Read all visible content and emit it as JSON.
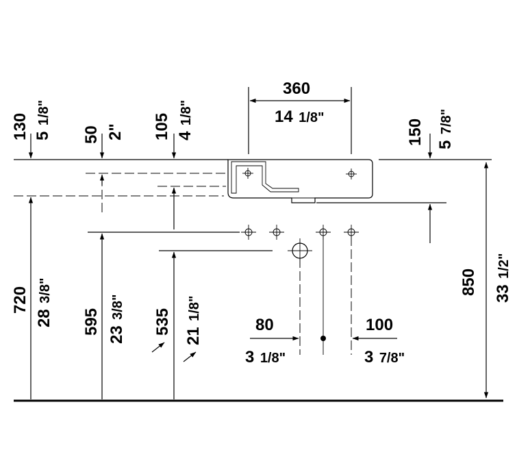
{
  "dimensions": {
    "top_gap_130": {
      "mm": "130",
      "inch_whole": "5",
      "inch_frac": "1/8\""
    },
    "top_gap_50": {
      "mm": "50",
      "inch_whole": "2\""
    },
    "top_gap_105": {
      "mm": "105",
      "inch_whole": "4",
      "inch_frac": "1/8\""
    },
    "width_360": {
      "mm": "360",
      "inch_whole": "14",
      "inch_frac": "1/8\""
    },
    "top_gap_150": {
      "mm": "150",
      "inch_whole": "5",
      "inch_frac": "7/8\""
    },
    "height_720": {
      "mm": "720",
      "inch_whole": "28",
      "inch_frac": "3/8\""
    },
    "height_595": {
      "mm": "595",
      "inch_whole": "23",
      "inch_frac": "3/8\""
    },
    "height_535": {
      "mm": "535",
      "inch_whole": "21",
      "inch_frac": "1/8\""
    },
    "height_850": {
      "mm": "850",
      "inch_whole": "33",
      "inch_frac": "1/2\""
    },
    "offset_80": {
      "mm": "80",
      "inch_whole": "3",
      "inch_frac": "1/8\""
    },
    "offset_100": {
      "mm": "100",
      "inch_whole": "3",
      "inch_frac": "7/8\""
    }
  },
  "icons": {
    "arrow_a": "diagonal-arrow-icon",
    "arrow_b": "diagonal-arrow-icon"
  }
}
